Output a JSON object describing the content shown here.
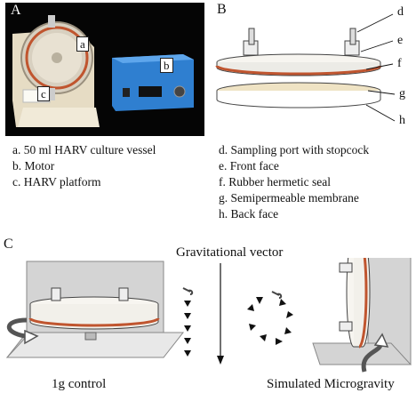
{
  "panels": {
    "a": {
      "letter": "A",
      "labels": {
        "a": "a",
        "b": "b",
        "c": "c"
      }
    },
    "b": {
      "letter": "B",
      "labels": {
        "d": "d",
        "e": "e",
        "f": "f",
        "g": "g",
        "h": "h"
      }
    },
    "c": {
      "letter": "C"
    }
  },
  "legend": {
    "left": [
      "a. 50 ml HARV culture vessel",
      "b. Motor",
      "c. HARV platform"
    ],
    "right": [
      "d. Sampling port with stopcock",
      "e. Front face",
      "f. Rubber hermetic seal",
      "g. Semipermeable membrane",
      "h. Back face"
    ]
  },
  "panel_c": {
    "vector_label": "Gravitational vector",
    "caption_left": "1g control",
    "caption_right": "Simulated Microgravity"
  },
  "colors": {
    "seal": "#c0552f",
    "motor_blue": "#2f7fd0",
    "platform_cream": "#eae3cf",
    "backdrop_gray": "#d4d4d4"
  }
}
